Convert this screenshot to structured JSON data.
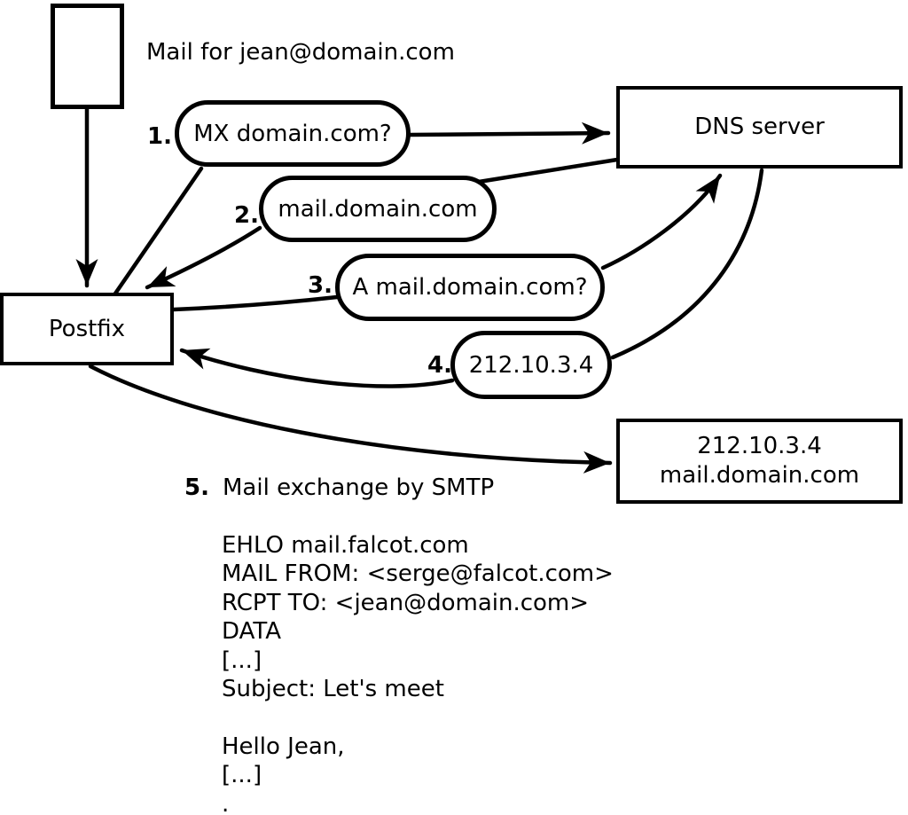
{
  "background": "#ffffff",
  "line_color": "#000000",
  "title": "Mail for jean@domain.com",
  "nodes": {
    "postfix": {
      "label": "Postfix"
    },
    "dns": {
      "label": "DNS server"
    },
    "mailserver": {
      "line1": "212.10.3.4",
      "line2": "mail.domain.com"
    }
  },
  "steps": [
    {
      "num": "1.",
      "label": "MX domain.com?"
    },
    {
      "num": "2.",
      "label": "mail.domain.com"
    },
    {
      "num": "3.",
      "label": "A mail.domain.com?"
    },
    {
      "num": "4.",
      "label": "212.10.3.4"
    },
    {
      "num": "5.",
      "label": "Mail exchange by SMTP"
    }
  ],
  "smtp_session": {
    "lines": [
      "EHLO mail.falcot.com",
      "MAIL FROM: <serge@falcot.com>",
      "RCPT TO: <jean@domain.com>",
      "DATA",
      "[...]",
      "Subject: Let's meet",
      "",
      "Hello Jean,",
      "[...]",
      "."
    ]
  }
}
